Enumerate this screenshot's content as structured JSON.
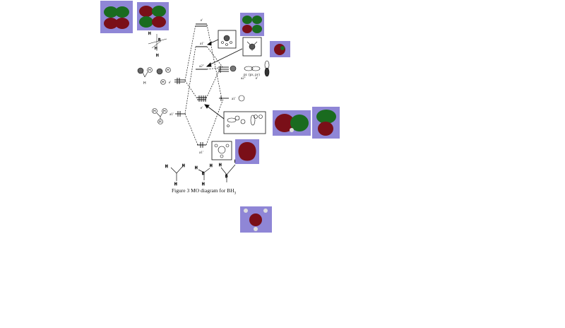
{
  "caption": {
    "text": "Figure 3 MO diagram for BH",
    "subscript": "3"
  },
  "mo_diagram": {
    "levels": [
      {
        "symmetry": "e'",
        "position": "top"
      },
      {
        "symmetry": "a1'",
        "position": "upper"
      },
      {
        "symmetry": "a2''",
        "position": "nonbonding"
      },
      {
        "symmetry": "e'",
        "position": "bonding"
      },
      {
        "symmetry": "a1'",
        "position": "lowest"
      }
    ],
    "boron_orbitals": [
      {
        "symmetry": "a2''",
        "label": "pz"
      },
      {
        "symmetry": "e'",
        "label": "(px, py)"
      },
      {
        "symmetry": "a1'",
        "label": "s"
      }
    ],
    "ligand_orbitals": [
      {
        "symmetry": "e'"
      },
      {
        "symmetry": "a1'"
      }
    ],
    "geometries": [
      "H-B-H angular",
      "trigonal planar BH3",
      "trigonal pyramidal"
    ]
  },
  "orbital_images": [
    {
      "name": "orbital-top-left",
      "colors": [
        "#1a6b1f",
        "#7a0f18"
      ]
    },
    {
      "name": "orbital-top-second",
      "colors": [
        "#1a6b1f",
        "#7a0f18"
      ]
    },
    {
      "name": "orbital-antibonding-e",
      "colors": [
        "#1a6b1f",
        "#7a0f18"
      ]
    },
    {
      "name": "orbital-antibonding-a1",
      "colors": [
        "#7a0f18"
      ]
    },
    {
      "name": "orbital-bonding-e-1",
      "colors": [
        "#7a0f18",
        "#1a6b1f"
      ]
    },
    {
      "name": "orbital-bonding-e-2",
      "colors": [
        "#1a6b1f",
        "#7a0f18"
      ]
    },
    {
      "name": "orbital-bonding-a1",
      "colors": [
        "#7a0f18"
      ]
    },
    {
      "name": "orbital-bottom",
      "colors": [
        "#7a0f18"
      ]
    }
  ],
  "colors": {
    "tile_background": "#8f86d6",
    "lobe_green": "#1a6b1f",
    "lobe_red": "#7a0f18"
  }
}
